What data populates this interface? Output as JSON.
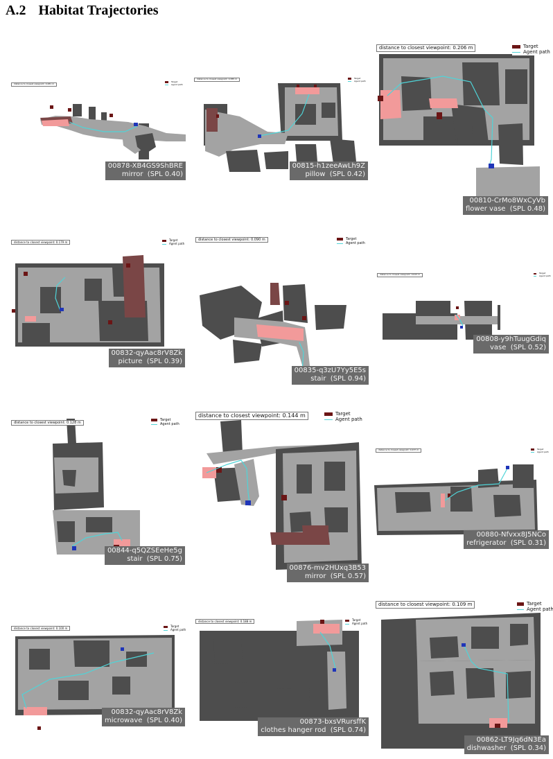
{
  "section": {
    "number": "A.2",
    "title": "Habitat Trajectories"
  },
  "legend": {
    "target": "Target",
    "path": "Agent path"
  },
  "colors": {
    "wall": "#4d4d4d",
    "floor": "#a3a3a3",
    "path": "#4fd4d8",
    "target": "#6b1515",
    "target_light": "#7a4646",
    "viewpoint": "#f29a9a",
    "start": "#1f35b8",
    "caption_bg": "#6a6a6a"
  },
  "panels": [
    {
      "scene": "00878-XB4GS9ShBRE",
      "object": "mirror",
      "spl": "(SPL 0.40)",
      "distance": "distance to closest viewpoint: 0.481 m"
    },
    {
      "scene": "00815-h1zeeAwLh9Z",
      "object": "pillow",
      "spl": "(SPL 0.42)",
      "distance": "distance to closest viewpoint: 0.385 m"
    },
    {
      "scene": "00810-CrMo8WxCyVb",
      "object": "flower vase",
      "spl": "(SPL 0.48)",
      "distance": "distance to closest viewpoint: 0.206 m"
    },
    {
      "scene": "00832-qyAac8rV8Zk",
      "object": "picture",
      "spl": "(SPL 0.39)",
      "distance": "distance to closest viewpoint: 0.179 m"
    },
    {
      "scene": "00835-q3zU7Yy5E5s",
      "object": "stair",
      "spl": "(SPL 0.94)",
      "distance": "distance to closest viewpoint: 0.090 m"
    },
    {
      "scene": "00808-y9hTuugGdiq",
      "object": "vase",
      "spl": "(SPL 0.52)",
      "distance": "distance to closest viewpoint: 0.023 m"
    },
    {
      "scene": "00844-q5QZSEeHe5g",
      "object": "stair",
      "spl": "(SPL 0.75)",
      "distance": "distance to closest viewpoint: 0.128 m"
    },
    {
      "scene": "00876-mv2HUxq3B53",
      "object": "mirror",
      "spl": "(SPL 0.57)",
      "distance": "distance to closest viewpoint: 0.144 m"
    },
    {
      "scene": "00880-Nfvxx8J5NCo",
      "object": "refrigerator",
      "spl": "(SPL 0.31)",
      "distance": "distance to closest viewpoint: 0.237 m"
    },
    {
      "scene": "00832-qyAac8rV8Zk",
      "object": "microwave",
      "spl": "(SPL 0.40)",
      "distance": "distance to closest viewpoint: 0.100 m"
    },
    {
      "scene": "00873-bxsVRursffK",
      "object": "clothes hanger rod",
      "spl": "(SPL 0.74)",
      "distance": "distance to closest viewpoint: 0.188 m"
    },
    {
      "scene": "00862-LT9Jq6dN3Ea",
      "object": "dishwasher",
      "spl": "(SPL 0.34)",
      "distance": "distance to closest viewpoint: 0.109 m"
    }
  ]
}
